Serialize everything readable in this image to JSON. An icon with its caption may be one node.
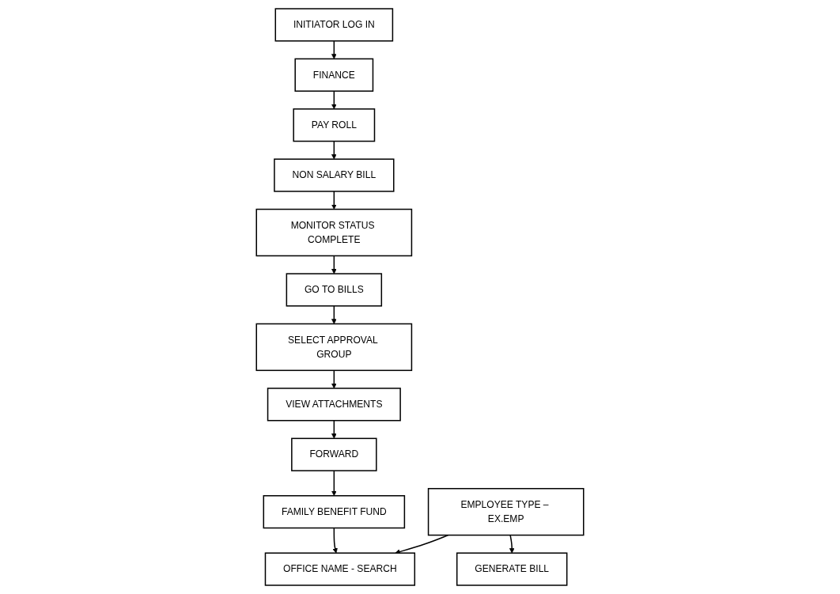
{
  "diagram": {
    "nodes": [
      {
        "text": [
          "INITIATOR LOG IN"
        ]
      },
      {
        "text": [
          "FINANCE"
        ]
      },
      {
        "text": [
          "PAY ROLL"
        ]
      },
      {
        "text": [
          "NON SALARY BILL"
        ]
      },
      {
        "text": [
          "MONITOR STATUS COMPLETE"
        ]
      },
      {
        "text": [
          "GO TO BILLS"
        ]
      },
      {
        "text": [
          "SELECT APPROVAL GROUP"
        ]
      },
      {
        "text": [
          "GENERATE BILL"
        ]
      },
      {
        "text": [
          "EMPLOYEE TYPE – EX.EMP"
        ]
      },
      {
        "text": [
          "OFFICE NAME - SEARCH"
        ]
      },
      {
        "text": [
          "FAMILY BENEFIT FUND"
        ]
      },
      {
        "text": [
          "FORWARD"
        ]
      },
      {
        "text": [
          "VIEW ATTACHMENTS"
        ]
      }
    ],
    "edges": [
      {
        "from": 0,
        "to": 1,
        "arrow": "to"
      },
      {
        "from": 1,
        "to": 2,
        "arrow": "to"
      },
      {
        "from": 2,
        "to": 3,
        "arrow": "to"
      },
      {
        "from": 3,
        "to": 4,
        "arrow": "to"
      },
      {
        "from": 4,
        "to": 5,
        "arrow": "to"
      },
      {
        "from": 5,
        "to": 6,
        "arrow": "to"
      },
      {
        "from": 6,
        "to": 12,
        "arrow": "to"
      },
      {
        "from": 12,
        "to": 11,
        "arrow": "to"
      },
      {
        "from": 11,
        "to": 10,
        "arrow": "to"
      },
      {
        "from": 10,
        "to": 9,
        "arrow": "to"
      },
      {
        "from": 8,
        "to": 9,
        "arrow": "to"
      },
      {
        "from": 8,
        "to": 7,
        "arrow": "to"
      }
    ]
  }
}
